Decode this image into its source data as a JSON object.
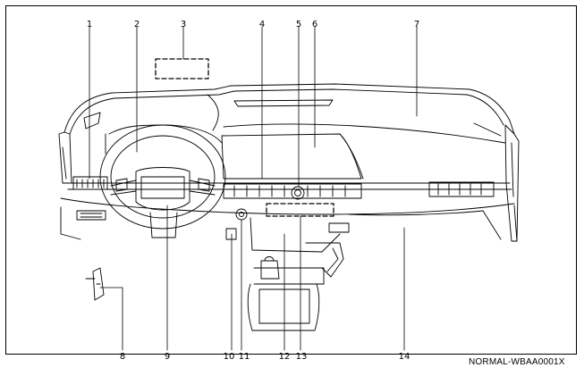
{
  "diagram": {
    "callouts": [
      "1",
      "2",
      "3",
      "4",
      "5",
      "6",
      "7",
      "8",
      "9",
      "10",
      "11",
      "12",
      "13",
      "14"
    ]
  },
  "footer": {
    "reference_code": "NORMAL-WBAA0001X"
  }
}
